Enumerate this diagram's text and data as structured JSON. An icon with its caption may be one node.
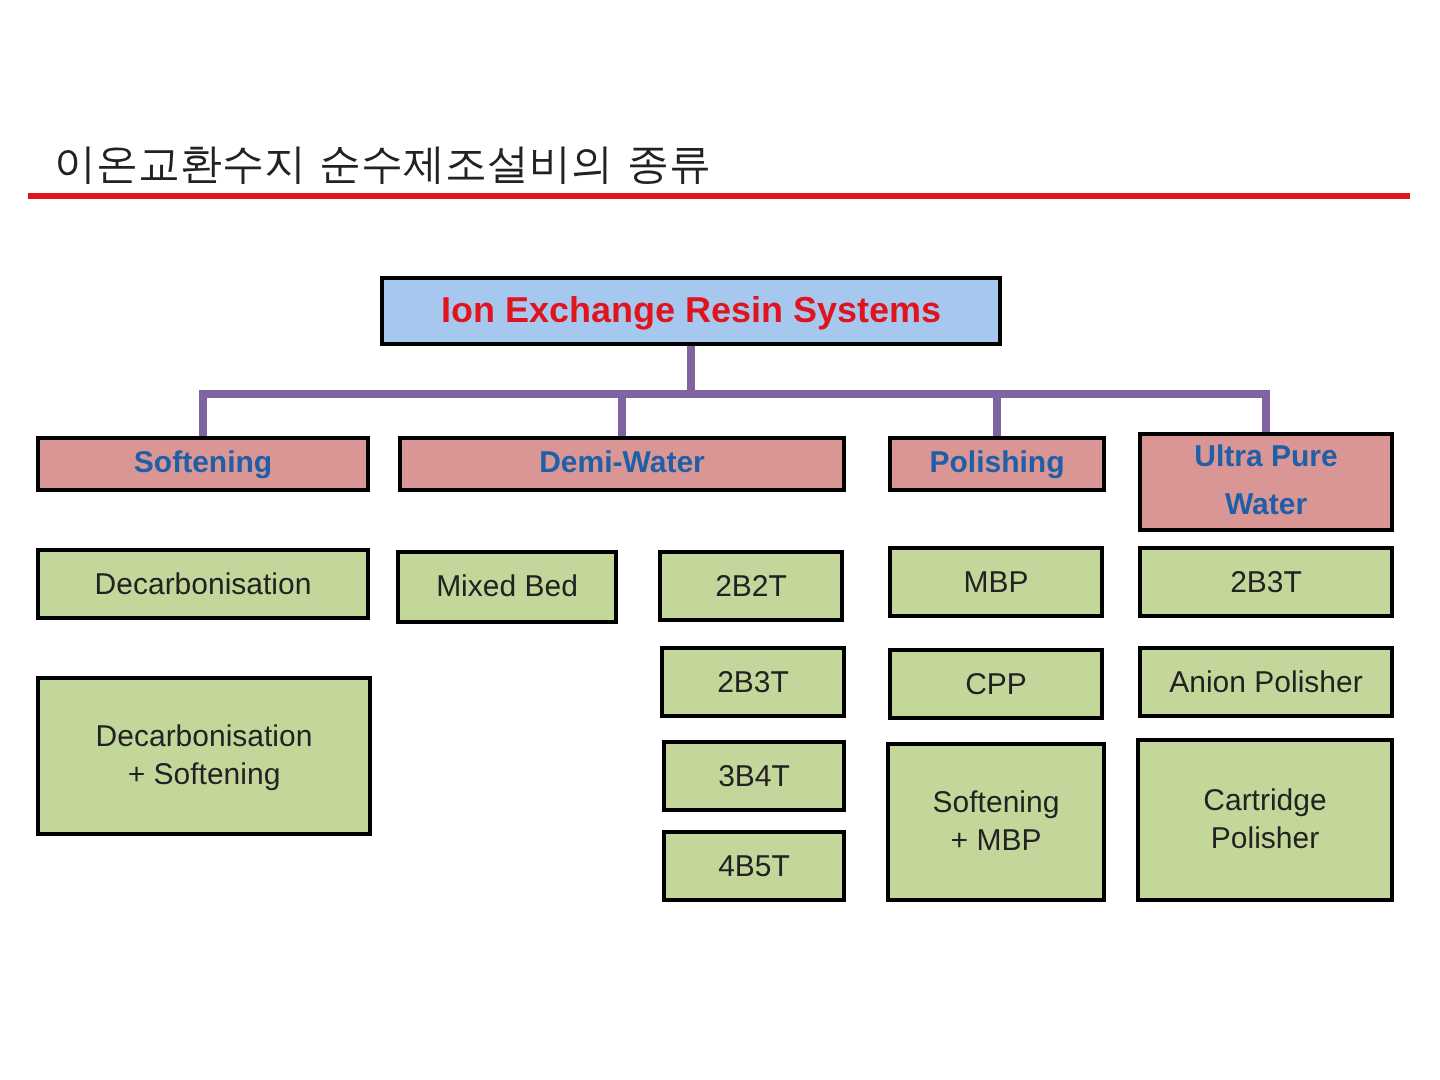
{
  "diagram": {
    "title": "이온교환수지 순수제조설비의 종류",
    "nodes": [
      {
        "text": [
          "Ion Exchange Resin Systems"
        ]
      },
      {
        "text": [
          "Softening"
        ]
      },
      {
        "text": [
          "Demi-Water"
        ]
      },
      {
        "text": [
          "Polishing"
        ]
      },
      {
        "text": [
          "Ultra Pure Water"
        ]
      },
      {
        "text": [
          "Decarbonisation"
        ]
      },
      {
        "text": [
          "Mixed Bed"
        ]
      },
      {
        "text": [
          "2B2T"
        ]
      },
      {
        "text": [
          "MBP"
        ]
      },
      {
        "text": [
          "2B3T"
        ]
      },
      {
        "text": [
          "2B3T"
        ]
      },
      {
        "text": [
          "CPP"
        ]
      },
      {
        "text": [
          "Anion Polisher"
        ]
      },
      {
        "text": [
          "Decarbonisation + Softening"
        ]
      },
      {
        "text": [
          "3B4T"
        ]
      },
      {
        "text": [
          "Softening + MBP"
        ]
      },
      {
        "text": [
          "4B5T"
        ]
      },
      {
        "text": [
          "Cartridge Polisher"
        ]
      }
    ],
    "edges": [
      {
        "from": 0,
        "to": 1,
        "arrow": "none"
      },
      {
        "from": 0,
        "to": 2,
        "arrow": "none"
      },
      {
        "from": 0,
        "to": 3,
        "arrow": "none"
      },
      {
        "from": 0,
        "to": 4,
        "arrow": "none"
      }
    ]
  }
}
